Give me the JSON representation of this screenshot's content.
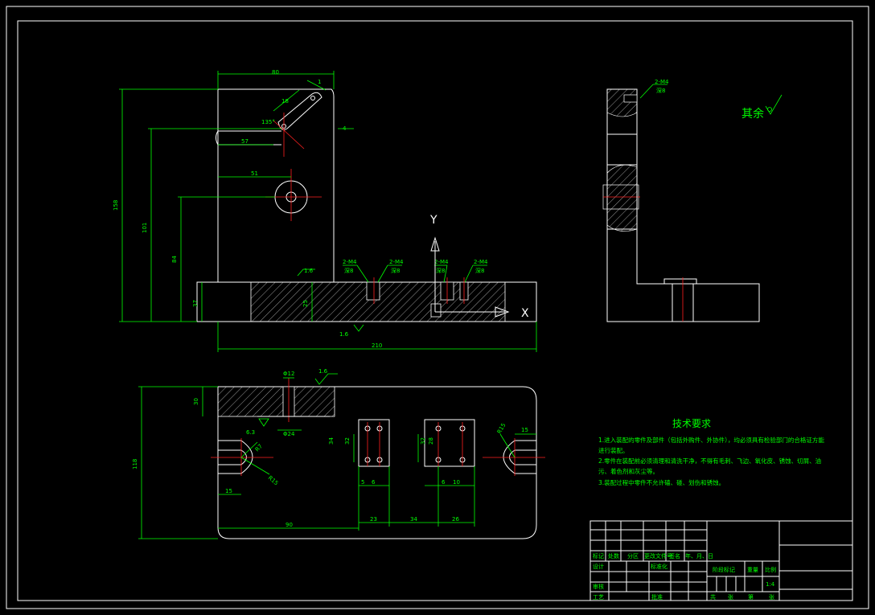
{
  "dimensions": {
    "top_width": "80",
    "total_height": "158",
    "height_101": "101",
    "height_84": "84",
    "base_height": "37",
    "slot_offset": "57",
    "hole_offset": "51",
    "angle": "135°",
    "slot_len": "18",
    "base_length": "210",
    "base_thick": "25",
    "plan_width": "118",
    "plan_depth": "30",
    "bore_dia": "Φ12",
    "counter_dia": "Φ24",
    "left_slot_r": "R7",
    "left_slot_outer": "R15",
    "right_slot_r": "R15",
    "right_slot_w": "15",
    "left_slot_w": "15",
    "pad1_h1": "34",
    "pad1_h2": "32",
    "pad1_w1": "5",
    "pad1_w2": "6",
    "pad2_h1": "32",
    "pad2_h2": "28",
    "pad2_w1": "6",
    "pad2_w2": "10",
    "dist_90": "90",
    "dist_23": "23",
    "dist_34": "34",
    "dist_26": "26",
    "misc_4": "4",
    "misc_1": "1"
  },
  "roughness": {
    "r1": "1.6",
    "r2": "1.6",
    "r3": "1.6",
    "r4": "6.3"
  },
  "hole_callouts": {
    "c1": "2-M4",
    "c1b": "深8",
    "c2": "2-M4",
    "c2b": "深8",
    "c3": "2-M4",
    "c3b": "深8",
    "c4": "2-M4",
    "c4b": "深8",
    "side": "2-M4",
    "sideb": "深8"
  },
  "axes": {
    "y": "Y",
    "x": "X"
  },
  "surface_note": "其余",
  "tech_req": {
    "title": "技术要求",
    "lines": [
      "1.进入装配的零件及部件（包括外购件、外协件），均必须具有检验部门的合格证方能",
      "进行装配。",
      "2.零件在装配前必须清理和清洗干净，不得有毛刺、飞边、氧化皮、锈蚀、切屑、油",
      "污、着色剂和灰尘等。",
      "3.装配过程中零件不允许磕、碰、划伤和锈蚀。"
    ]
  },
  "title_block": {
    "h1": "标记",
    "h2": "处数",
    "h3": "分区",
    "h4": "更改文件号",
    "h5": "签名",
    "h6": "年、月、日",
    "design": "设计",
    "standard": "标准化",
    "review": "审核",
    "process": "工艺",
    "approve": "批准",
    "stage": "阶段标记",
    "weight": "重量",
    "scale": "比例",
    "scale_val": "1:4",
    "total": "共",
    "zhang1": "张",
    "page": "第",
    "zhang2": "张"
  }
}
